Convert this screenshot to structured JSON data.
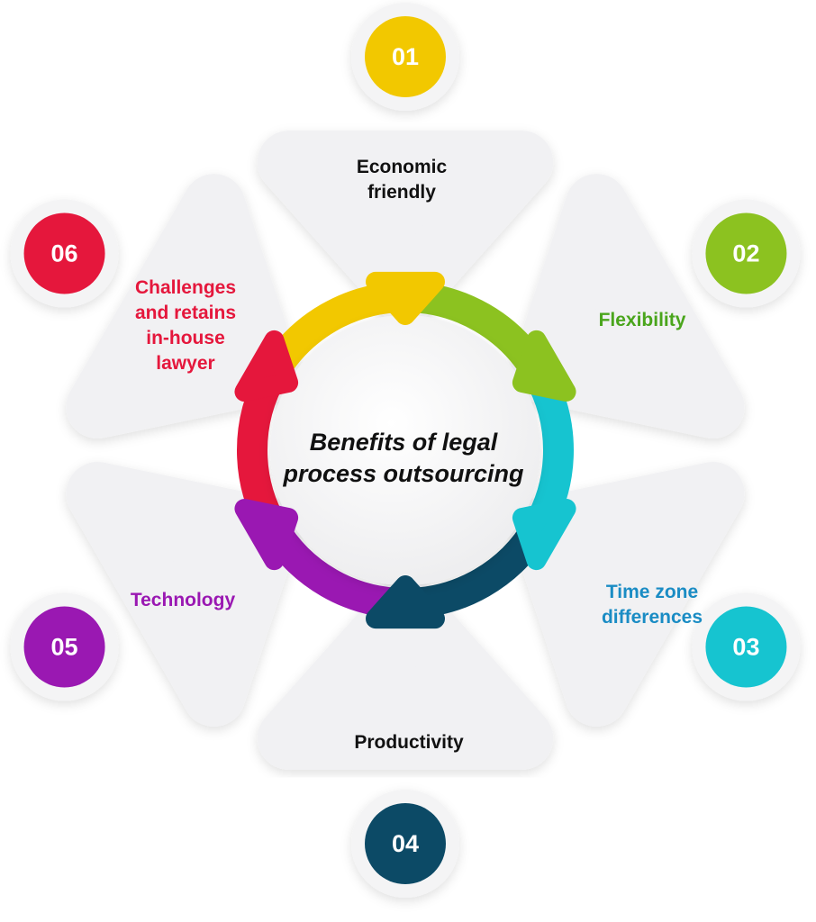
{
  "title": {
    "line1": "Benefits of legal",
    "line2": "process outsourcing"
  },
  "items": [
    {
      "number": "01",
      "lines": [
        "Economic",
        "friendly"
      ],
      "color": "#f2c800",
      "text_color": "#111111"
    },
    {
      "number": "02",
      "lines": [
        "Flexibility"
      ],
      "color": "#8cc220",
      "text_color": "#4aa51c"
    },
    {
      "number": "03",
      "lines": [
        "Time zone",
        "differences"
      ],
      "color": "#16c4d0",
      "text_color": "#1a8cc4"
    },
    {
      "number": "04",
      "lines": [
        "Productivity"
      ],
      "color": "#0c4a66",
      "text_color": "#111111"
    },
    {
      "number": "05",
      "lines": [
        "Technology"
      ],
      "color": "#9a18b2",
      "text_color": "#9a18b2"
    },
    {
      "number": "06",
      "lines": [
        "Challenges",
        "and retains",
        "in-house",
        "lawyer"
      ],
      "color": "#e5173c",
      "text_color": "#e5173c"
    }
  ]
}
